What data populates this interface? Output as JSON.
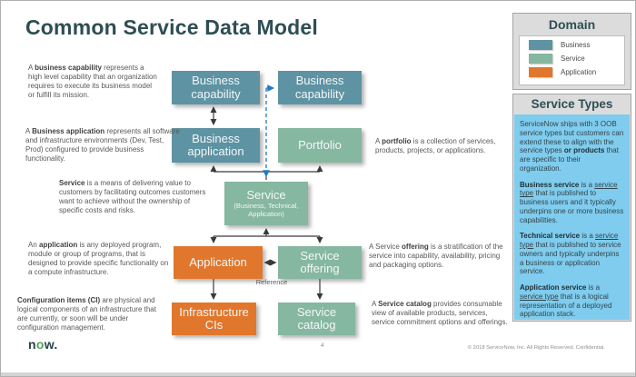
{
  "slide": {
    "title": "Common Service Data Model",
    "page_number": "4",
    "copyright": "© 2018 ServiceNow, Inc. All Rights Reserved. Confidential.",
    "logo": {
      "part1": "n",
      "part2": "o",
      "part3": "w."
    }
  },
  "colors": {
    "business": "#5E93A3",
    "service": "#85B7A1",
    "application": "#E0772C",
    "heading": "#2E4E54",
    "dashed_arrow": "#1E7BC4",
    "types_panel_bg": "#7FCCEE"
  },
  "nodes": {
    "business_capability_1": {
      "label": "Business capability",
      "domain": "Business"
    },
    "business_capability_2": {
      "label": "Business capability",
      "domain": "Business"
    },
    "business_application": {
      "label": "Business application",
      "domain": "Business"
    },
    "portfolio": {
      "label": "Portfolio",
      "domain": "Service"
    },
    "service": {
      "label": "Service",
      "sublabel": "(Business, Technical, Application)",
      "domain": "Service"
    },
    "application": {
      "label": "Application",
      "domain": "Application"
    },
    "service_offering": {
      "label": "Service offering",
      "domain": "Service"
    },
    "infrastructure_cis": {
      "label": "Infrastructure CIs",
      "domain": "Application"
    },
    "service_catalog": {
      "label": "Service catalog",
      "domain": "Service"
    }
  },
  "edge_labels": {
    "reference": "Reference"
  },
  "annotations": {
    "business_capability": {
      "pre": "A ",
      "term": "business capability",
      "post": " represents a high level capability that an organization requires to execute its business model or fulfill its mission."
    },
    "business_application": {
      "pre": "A ",
      "term": "Business application",
      "post": " represents all software and infrastructure environments (Dev, Test, Prod) configured to provide business functionality."
    },
    "service": {
      "pre": "",
      "term": "Service",
      "post": " is a means of delivering value to customers by facilitating outcomes customers want to achieve without the ownership of specific costs and risks."
    },
    "application": {
      "pre": "An ",
      "term": "application",
      "post": " is any deployed program, module or group of programs, that is designed to provide specific functionality on a compute infrastructure."
    },
    "configuration_items": {
      "pre": "",
      "term": "Configuration items (CI)",
      "post": " are physical and logical components of an infrastructure that are currently, or soon will be under configuration management."
    },
    "portfolio": {
      "pre": "A ",
      "term": "portfolio",
      "post": " is a collection of services, products, projects, or applications."
    },
    "service_offering": {
      "pre": "A Service ",
      "term": "offering",
      "post": " is a stratification of the service into capability, availability, pricing and packaging options."
    },
    "service_catalog": {
      "pre": "A ",
      "term": "Service catalog",
      "post": " provides consumable view of available products, services, service commitment options and offerings."
    }
  },
  "legend": {
    "title": "Domain",
    "items": [
      {
        "label": "Business",
        "color": "#5E93A3"
      },
      {
        "label": "Service",
        "color": "#85B7A1"
      },
      {
        "label": "Application",
        "color": "#E0772C"
      }
    ]
  },
  "service_types": {
    "title": "Service Types",
    "paragraphs": [
      {
        "pre": "ServiceNow ships with 3 OOB service types but customers can extend these to align with the service types ",
        "bold": "or products",
        "mid": "",
        "underline": "",
        "post": " that are specific to their organization."
      },
      {
        "pre": "",
        "bold": "Business service",
        "mid": " is a ",
        "underline": "service type",
        "post": " that is published to business users and it typically underpins one or more business capabilities."
      },
      {
        "pre": "",
        "bold": "Technical service",
        "mid": " is a ",
        "underline": "service type",
        "post": " that is published to service owners and typically underpins a business or application service."
      },
      {
        "pre": "",
        "bold": "Application service",
        "mid": " is a ",
        "underline": "service type",
        "post": " that is a logical representation of a deployed application stack."
      }
    ]
  }
}
